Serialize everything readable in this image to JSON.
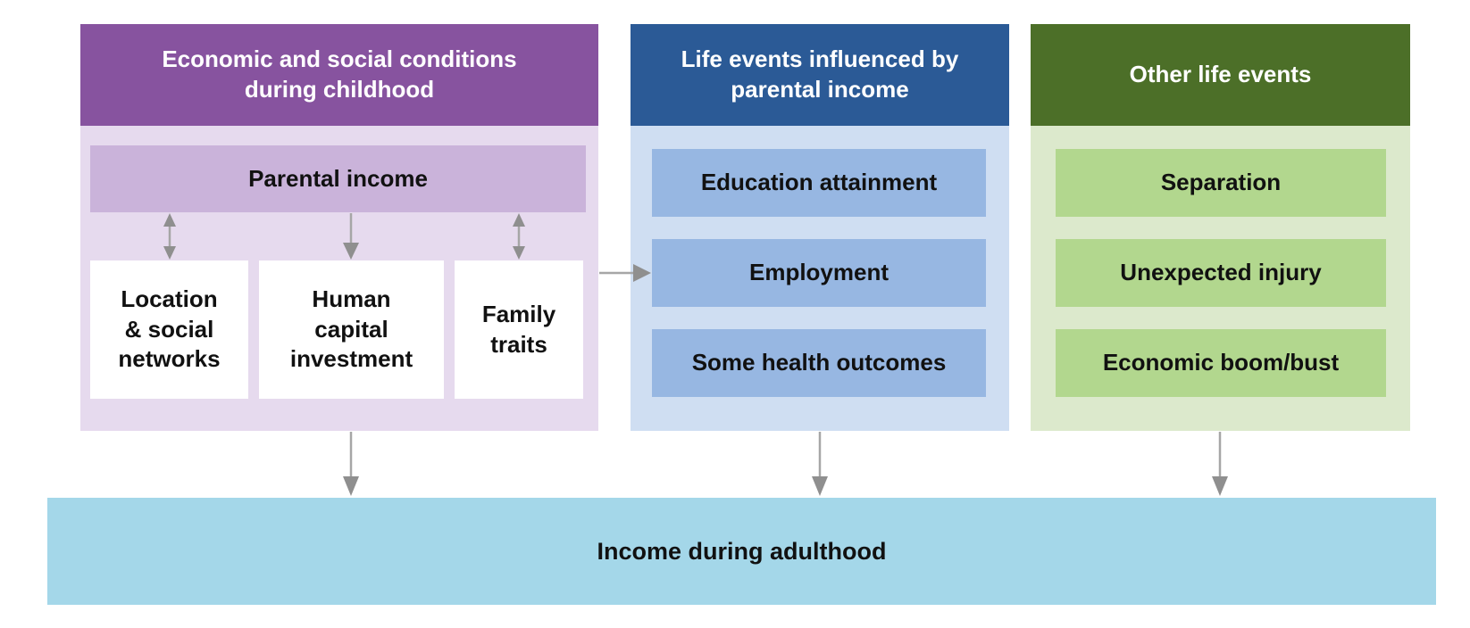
{
  "panels": {
    "childhood": {
      "title": "Economic and social conditions\nduring childhood",
      "parental_income_label": "Parental income",
      "children": [
        "Location\n& social\nnetworks",
        "Human\ncapital\ninvestment",
        "Family\ntraits"
      ]
    },
    "life_events": {
      "title": "Life events influenced by\nparental income",
      "items": [
        "Education attainment",
        "Employment",
        "Some health outcomes"
      ]
    },
    "other_life_events": {
      "title": "Other life events",
      "items": [
        "Separation",
        "Unexpected injury",
        "Economic boom/bust"
      ]
    }
  },
  "outcome": {
    "label": "Income during adulthood"
  },
  "arrows": [
    {
      "name": "parental-income-to-location-networks",
      "type": "bidirectional-vertical"
    },
    {
      "name": "parental-income-to-human-capital",
      "type": "down"
    },
    {
      "name": "parental-income-to-family-traits",
      "type": "bidirectional-vertical"
    },
    {
      "name": "childhood-conditions-to-life-events",
      "type": "right"
    },
    {
      "name": "childhood-conditions-to-adult-income",
      "type": "down"
    },
    {
      "name": "life-events-to-adult-income",
      "type": "down"
    },
    {
      "name": "other-life-events-to-adult-income",
      "type": "down"
    }
  ],
  "colors": {
    "purple_header": "#87539f",
    "purple_body": "#e6daee",
    "purple_box": "#cab3da",
    "blue_header": "#2b5a96",
    "blue_body": "#cfdef2",
    "blue_box": "#97b7e2",
    "green_header": "#4c6f28",
    "green_body": "#dce9cc",
    "green_box": "#b2d78e",
    "outcome_bar": "#a4d7e9",
    "arrow_gray": "#9b9b9b"
  }
}
